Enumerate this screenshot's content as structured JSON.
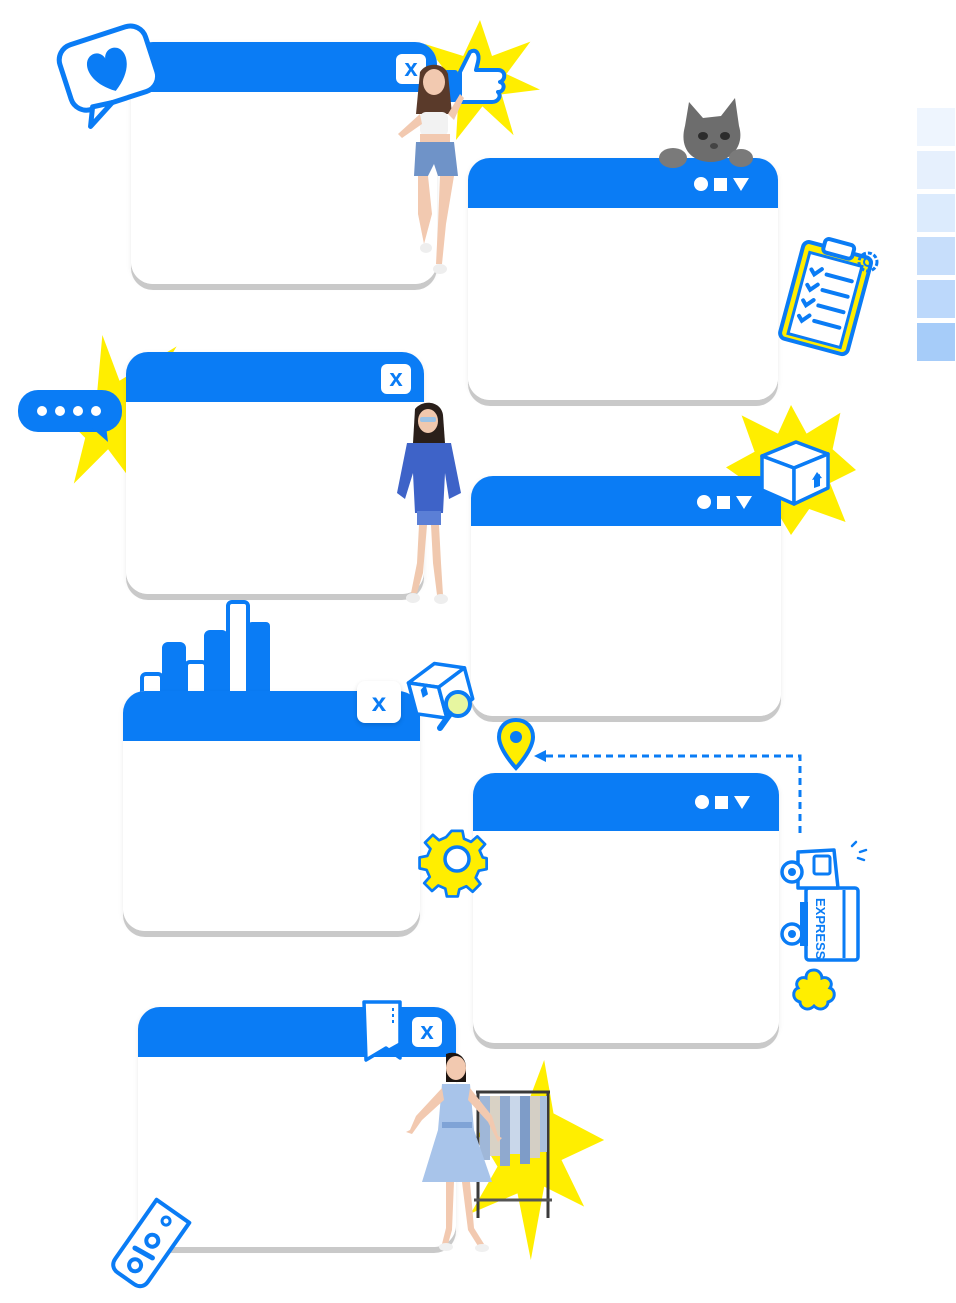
{
  "colors": {
    "accent": "#0a7cf5",
    "yellow": "#ffee00",
    "shadow": "#c9c9c9",
    "swatches": [
      "#eef5fe",
      "#e6f0fd",
      "#dcebfd",
      "#c7defb",
      "#bcd8fb",
      "#a6ccf9"
    ]
  },
  "windows": [
    {
      "id": "window-1",
      "control": "close",
      "close_label": "x"
    },
    {
      "id": "window-2",
      "control": "dots"
    },
    {
      "id": "window-3",
      "control": "close",
      "close_label": "x"
    },
    {
      "id": "window-4",
      "control": "dots"
    },
    {
      "id": "window-5",
      "control": "close",
      "close_label": "x"
    },
    {
      "id": "window-6",
      "control": "dots"
    },
    {
      "id": "window-7",
      "control": "close",
      "close_label": "x"
    }
  ],
  "decorations": {
    "heart_bubble": "heart-icon",
    "thumbs_up": "thumbs-up-icon",
    "cat": "cat-photo",
    "clipboard": "clipboard-checklist-icon",
    "chat_bubble": "chat-bubble-icon",
    "package": "package-box-icon",
    "bar_chart": "bar-chart-icon",
    "search_box": "package-search-icon",
    "location_pin": "location-pin-icon",
    "gear": "gear-icon",
    "truck": "delivery-truck-icon",
    "truck_text": "EXPRESS",
    "bookmark": "bookmark-icon",
    "discount_tag": "discount-tag-icon",
    "discount_text": "%"
  }
}
